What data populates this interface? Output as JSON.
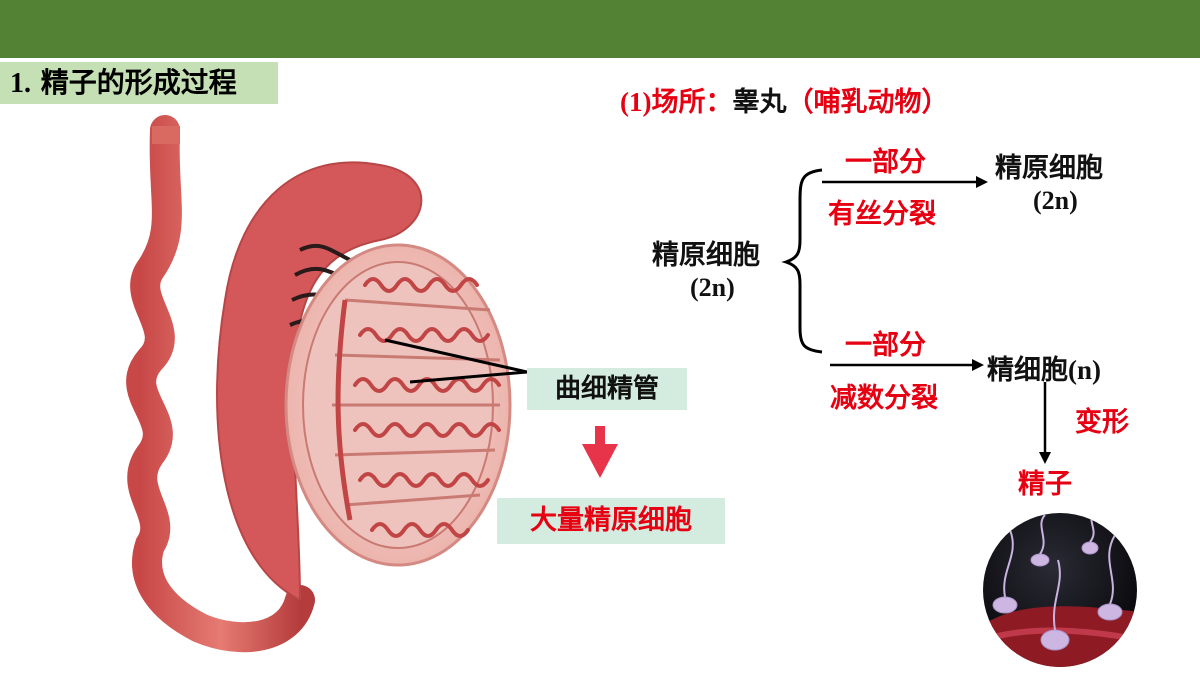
{
  "header": {
    "title_num": "1.",
    "title_text": "精子的形成过程"
  },
  "diagram": {
    "tubule_label": "曲细精管",
    "cells_label": "大量精原细胞"
  },
  "flow": {
    "location_prefix": "(1)",
    "location_head": "场所：",
    "location_value": "睾丸",
    "location_note": "（哺乳动物）",
    "source_cell": "精原细胞",
    "source_ploidy": "(2n)",
    "branch1_top": "一部分",
    "branch1_bottom": "有丝分裂",
    "branch1_result": "精原细胞",
    "branch1_result_ploidy": "(2n)",
    "branch2_top": "一部分",
    "branch2_bottom": "减数分裂",
    "branch2_result": "精细胞",
    "branch2_result_ploidy": "(n)",
    "transform_label": "变形",
    "final_label": "精子"
  },
  "colors": {
    "topbar": "#548235",
    "title_bg": "#c5e0b4",
    "accent_red": "#e60012",
    "tissue_pink": "#e07070"
  }
}
